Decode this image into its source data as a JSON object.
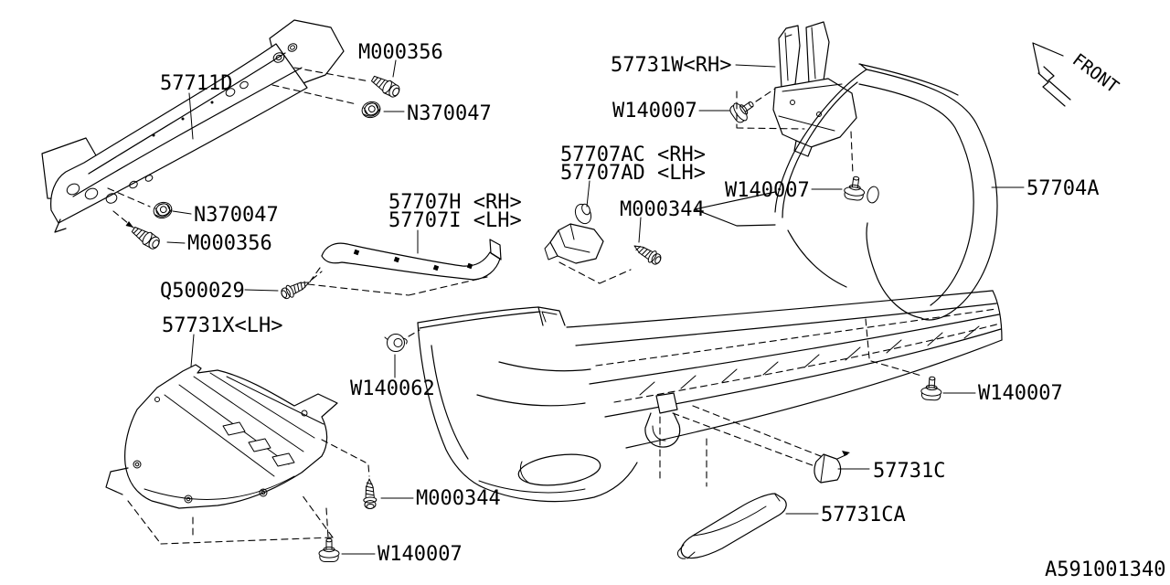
{
  "labels": {
    "beam": "57711D",
    "bolt_m000356": "M000356",
    "nut_n370047": "N370047",
    "screw_q500029": "Q500029",
    "undercover_lh": "57731X<LH>",
    "clip_w140062": "W140062",
    "rail_rh": "57707H <RH>",
    "rail_lh": "57707I <LH>",
    "end_bracket_rh": "57707AC <RH>",
    "end_bracket_lh": "57707AD <LH>",
    "screw_m000344": "M000344",
    "side_bracket_rh": "57731W<RH>",
    "clip_w140007": "W140007",
    "bumper_face": "57704A",
    "hook_cover": "57731C",
    "lower_cover": "57731CA"
  },
  "annotations": {
    "front_direction": "FRONT",
    "drawing_number": "A591001340"
  }
}
